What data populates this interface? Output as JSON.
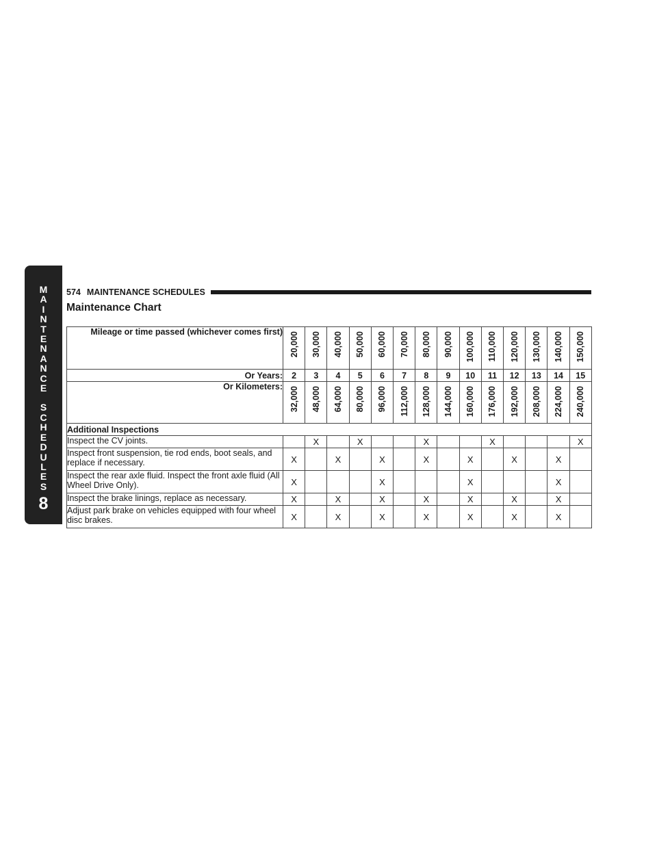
{
  "side_tab": {
    "letters": [
      "M",
      "A",
      "I",
      "N",
      "T",
      "E",
      "N",
      "A",
      "N",
      "C",
      "E",
      "",
      "S",
      "C",
      "H",
      "E",
      "D",
      "U",
      "L",
      "E",
      "S"
    ],
    "number": "8"
  },
  "header": {
    "page_number": "574",
    "section_title": "MAINTENANCE SCHEDULES"
  },
  "chart": {
    "title": "Maintenance Chart",
    "mileage_label": "Mileage or time passed (whichever comes first)",
    "years_label": "Or Years:",
    "km_label": "Or Kilometers:",
    "mileage": [
      "20,000",
      "30,000",
      "40,000",
      "50,000",
      "60,000",
      "70,000",
      "80,000",
      "90,000",
      "100,000",
      "110,000",
      "120,000",
      "130,000",
      "140,000",
      "150,000"
    ],
    "years": [
      "2",
      "3",
      "4",
      "5",
      "6",
      "7",
      "8",
      "9",
      "10",
      "11",
      "12",
      "13",
      "14",
      "15"
    ],
    "kilometers": [
      "32,000",
      "48,000",
      "64,000",
      "80,000",
      "96,000",
      "112,000",
      "128,000",
      "144,000",
      "160,000",
      "176,000",
      "192,000",
      "208,000",
      "224,000",
      "240,000"
    ],
    "section_label": "Additional Inspections",
    "rows": [
      {
        "label": "Inspect the CV joints.",
        "marks": [
          "",
          "X",
          "",
          "X",
          "",
          "",
          "X",
          "",
          "",
          "X",
          "",
          "",
          "",
          "X"
        ]
      },
      {
        "label": "Inspect front suspension, tie rod ends, boot seals, and replace if necessary.",
        "marks": [
          "X",
          "",
          "X",
          "",
          "X",
          "",
          "X",
          "",
          "X",
          "",
          "X",
          "",
          "X",
          ""
        ]
      },
      {
        "label": "Inspect the rear axle fluid. Inspect the front axle fluid (All Wheel Drive Only).",
        "marks": [
          "X",
          "",
          "",
          "",
          "X",
          "",
          "",
          "",
          "X",
          "",
          "",
          "",
          "X",
          ""
        ]
      },
      {
        "label": "Inspect the brake linings, replace as necessary.",
        "marks": [
          "X",
          "",
          "X",
          "",
          "X",
          "",
          "X",
          "",
          "X",
          "",
          "X",
          "",
          "X",
          ""
        ]
      },
      {
        "label": "Adjust park brake on vehicles equipped with four wheel disc brakes.",
        "marks": [
          "X",
          "",
          "X",
          "",
          "X",
          "",
          "X",
          "",
          "X",
          "",
          "X",
          "",
          "X",
          ""
        ]
      }
    ]
  }
}
